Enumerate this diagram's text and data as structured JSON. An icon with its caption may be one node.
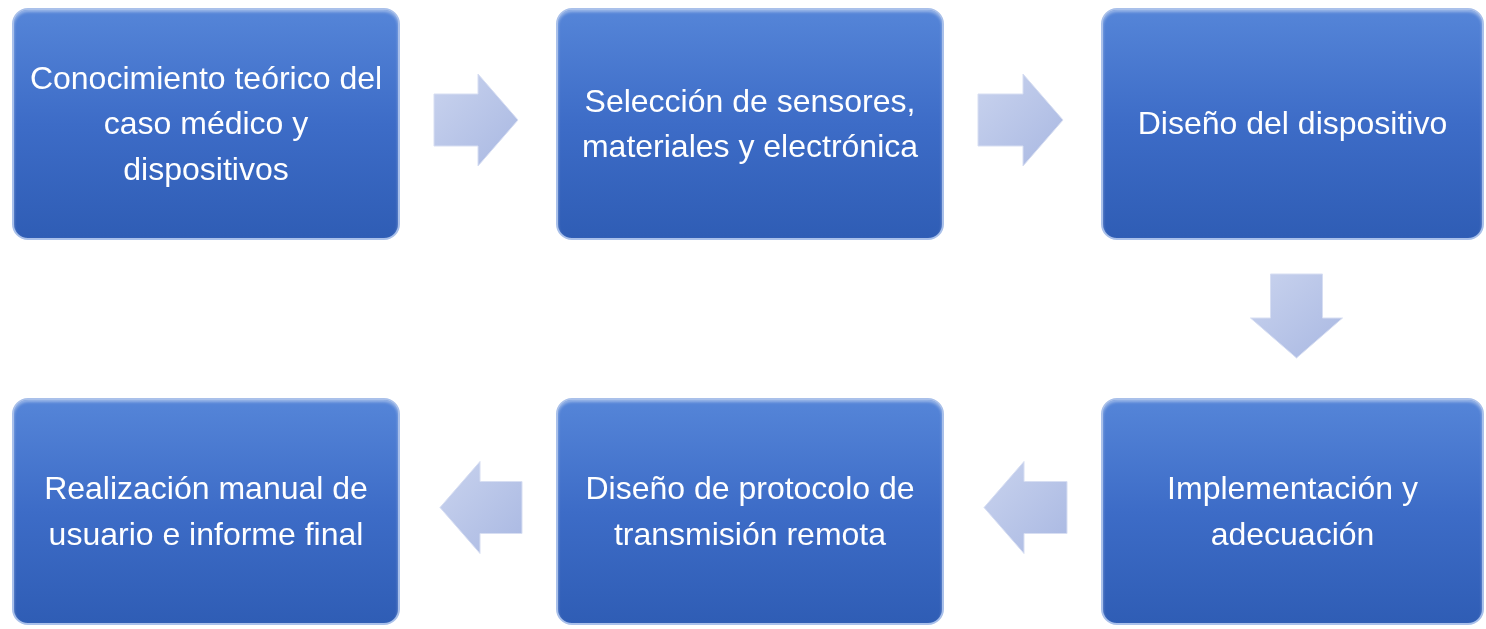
{
  "diagram": {
    "nodes": [
      {
        "text": [
          "Conocimiento teórico del caso médico y dispositivos"
        ]
      },
      {
        "text": [
          "Selección de sensores, materiales y electrónica"
        ]
      },
      {
        "text": [
          "Diseño del dispositivo"
        ]
      },
      {
        "text": [
          "Implementación y adecuación"
        ]
      },
      {
        "text": [
          "Diseño de protocolo de transmisión remota"
        ]
      },
      {
        "text": [
          "Realización manual de usuario e informe final"
        ]
      }
    ],
    "edges": [
      {
        "from": 0,
        "to": 1,
        "arrow": "to"
      },
      {
        "from": 1,
        "to": 2,
        "arrow": "to"
      },
      {
        "from": 2,
        "to": 3,
        "arrow": "to"
      },
      {
        "from": 3,
        "to": 4,
        "arrow": "to"
      },
      {
        "from": 4,
        "to": 5,
        "arrow": "to"
      }
    ]
  }
}
